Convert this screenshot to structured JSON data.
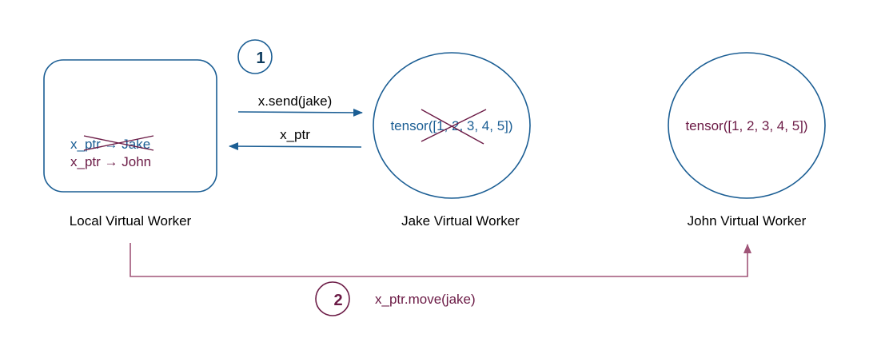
{
  "colors": {
    "blue": "#1b5e94",
    "purple": "#6b1a45",
    "purple_line": "#a05578",
    "black": "#000000"
  },
  "local_worker": {
    "name": "Local Virtual Worker",
    "old_pointer": "x_ptr → Jake",
    "new_pointer": "x_ptr → John"
  },
  "jake_worker": {
    "name": "Jake Virtual Worker",
    "tensor": "tensor([1, 2, 3, 4, 5])"
  },
  "john_worker": {
    "name": "John Virtual Worker",
    "tensor": "tensor([1, 2, 3, 4, 5])"
  },
  "step1": {
    "number": "1",
    "send_label": "x.send(jake)",
    "return_label": "x_ptr"
  },
  "step2": {
    "number": "2",
    "move_label": "x_ptr.move(jake)"
  }
}
